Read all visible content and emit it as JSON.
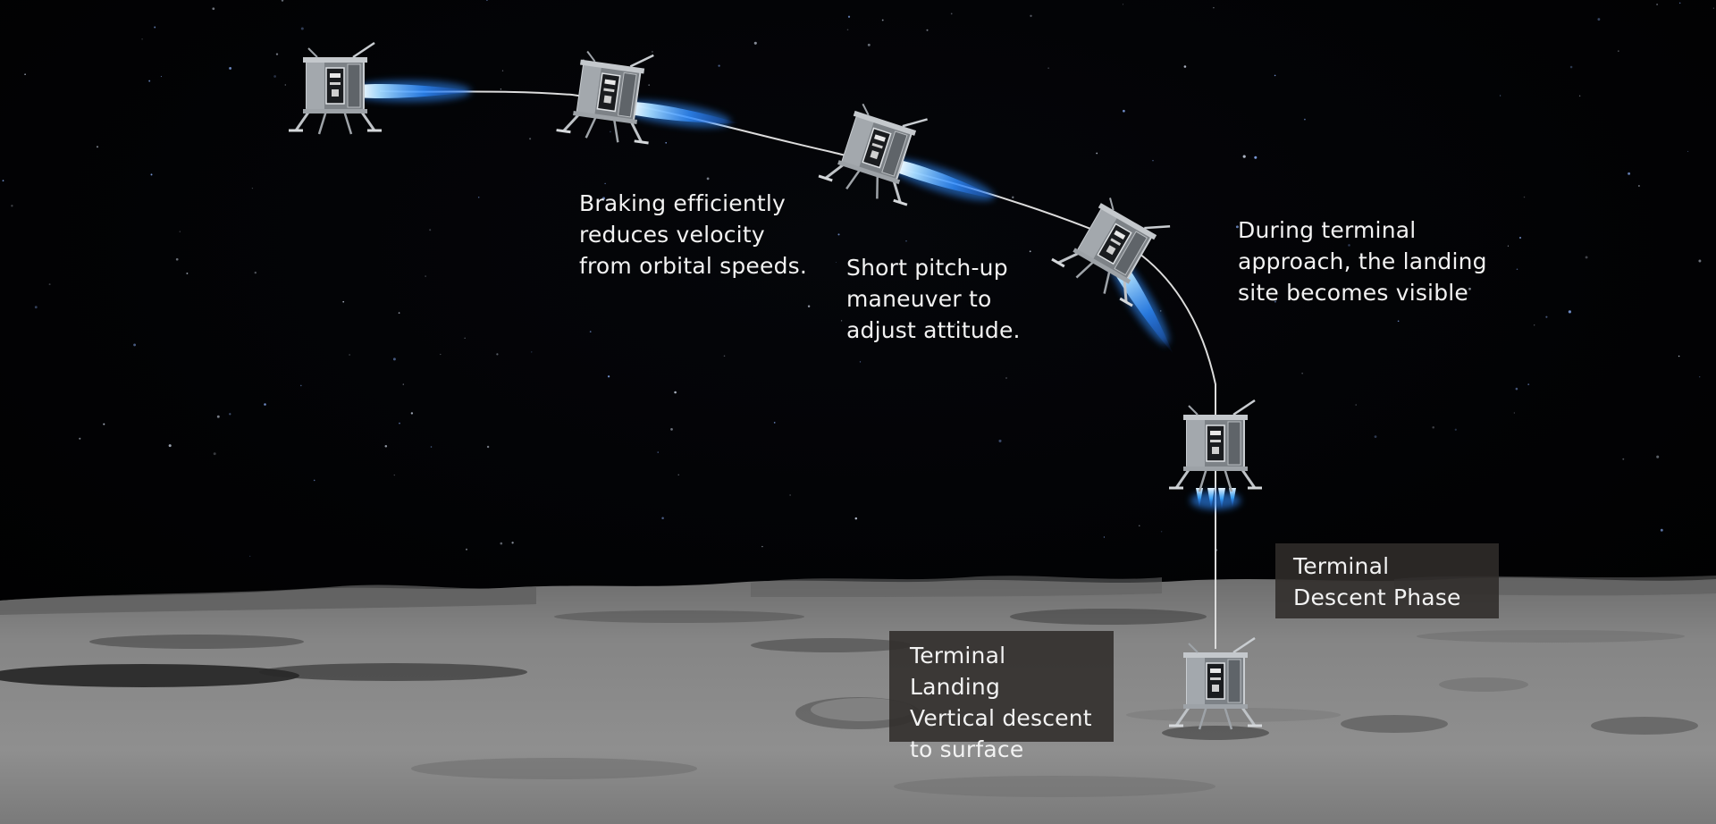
{
  "captions": {
    "braking": "Braking efficiently\nreduces velocity\nfrom orbital speeds.",
    "pitch_up": "Short pitch-up\nmaneuver to\nadjust attitude.",
    "terminal_approach": "During terminal\napproach, the landing\nsite becomes visible",
    "terminal_descent": "Terminal\nDescent Phase",
    "terminal_landing": "Terminal Landing\nVertical descent\nto surface"
  },
  "colors": {
    "space": "#000000",
    "surface": "#8c8c8c",
    "plume": "#3aa6ff",
    "trajectory": "#d9d9d9",
    "label_box": "#302c2a"
  },
  "landers": [
    {
      "name": "lander-orbit-1",
      "pitch_deg": 0,
      "thruster": "rear-main"
    },
    {
      "name": "lander-orbit-2",
      "pitch_deg": 8,
      "thruster": "rear-main"
    },
    {
      "name": "lander-pitch-up",
      "pitch_deg": 18,
      "thruster": "rear-main"
    },
    {
      "name": "lander-approach",
      "pitch_deg": 30,
      "thruster": "rear-main"
    },
    {
      "name": "lander-terminal-descent",
      "pitch_deg": 0,
      "thruster": "down-cluster"
    },
    {
      "name": "lander-landed",
      "pitch_deg": 0,
      "thruster": "none"
    }
  ]
}
